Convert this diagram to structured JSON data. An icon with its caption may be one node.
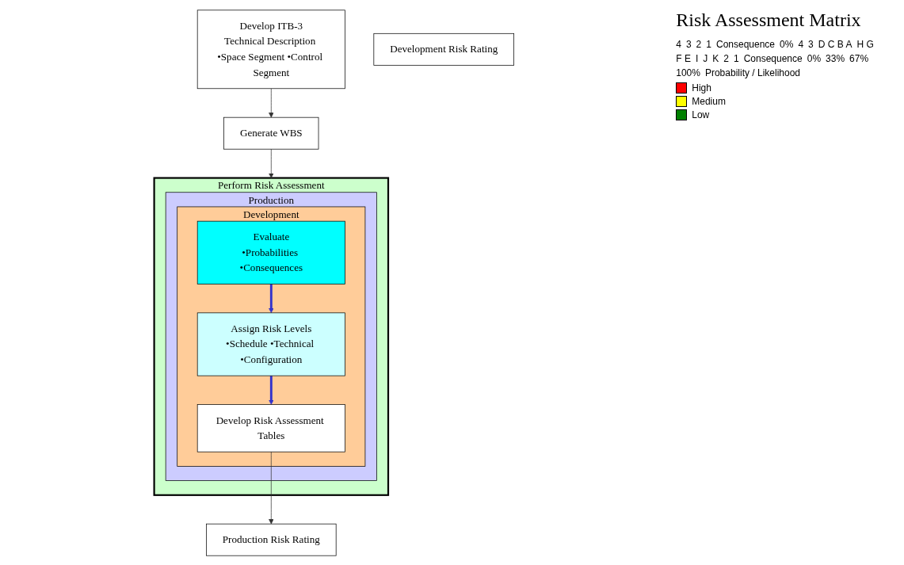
{
  "diagram": {
    "nodes": [
      {
        "text": [
          "Develop ITB-3",
          "Technical Description •Space Segment •Control Segment"
        ]
      },
      {
        "text": [
          "Generate WBS"
        ]
      },
      {
        "text": [
          "Perform Risk Assessment"
        ]
      },
      {
        "text": [
          "Production"
        ],
        "in": 2
      },
      {
        "text": [
          "Development"
        ],
        "in": 3
      },
      {
        "text": [
          "Evaluate",
          "•Probabilities •Consequences"
        ],
        "in": 4
      },
      {
        "text": [
          "Assign Risk Levels",
          "•Schedule •Technical •Configuration"
        ],
        "in": 4
      },
      {
        "text": [
          "Develop Risk Assessment Tables"
        ],
        "in": 4
      },
      {
        "text": [
          "Production Risk Rating"
        ]
      },
      {
        "text": [
          "Development Risk Rating"
        ]
      }
    ],
    "edges": [
      {
        "from": 0,
        "to": 1,
        "arrow": "to"
      },
      {
        "from": 1,
        "to": 2,
        "arrow": "to"
      },
      {
        "from": 5,
        "to": 6,
        "arrow": "to",
        "style": "thick",
        "color": "#3333cc"
      },
      {
        "from": 6,
        "to": 7,
        "arrow": "to",
        "style": "thick",
        "color": "#3333cc"
      },
      {
        "from": 7,
        "to": 8,
        "arrow": "to"
      }
    ],
    "labels": [
      "Risk Assessment Matrix",
      "4",
      "3",
      "2",
      "1",
      "Consequence",
      "0%",
      "4",
      "3",
      "D C B A",
      "H G",
      "F E",
      "I",
      "J",
      "K",
      "2",
      "1",
      "Consequence",
      "0%",
      "33%",
      "67%",
      "100%",
      "Probability / Likelihood"
    ],
    "legend": [
      {
        "text": "High",
        "color": "#ff0000"
      },
      {
        "text": "Medium",
        "color": "#ffff00"
      },
      {
        "text": "Low",
        "color": "#008000"
      }
    ]
  }
}
